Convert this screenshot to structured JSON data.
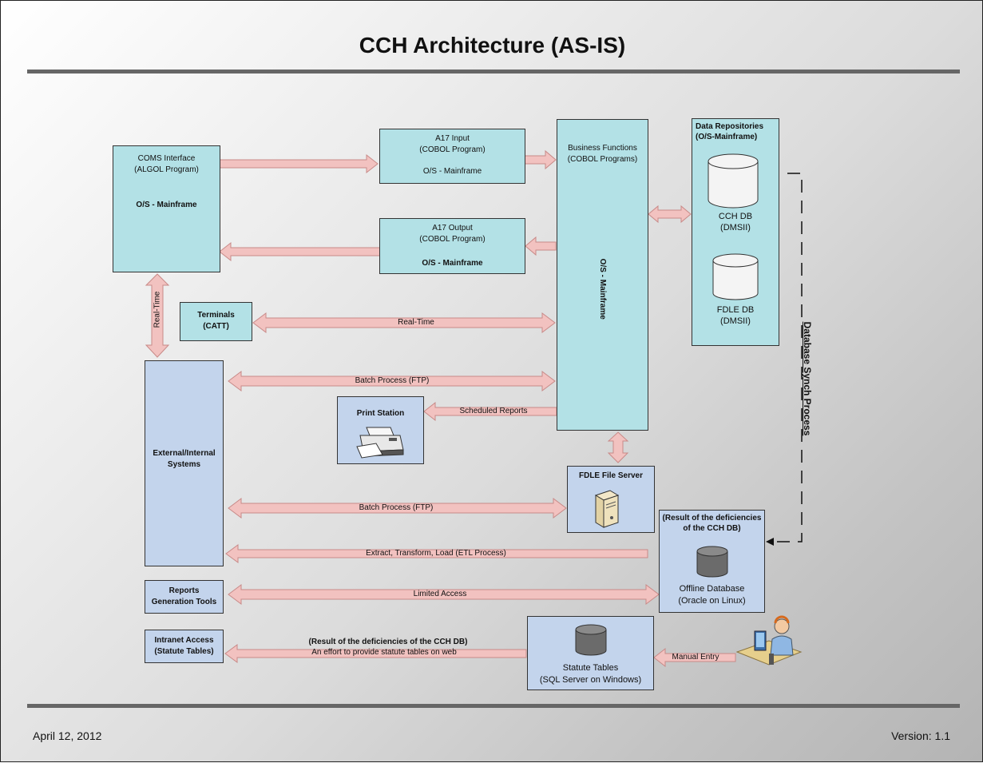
{
  "title": "CCH Architecture (AS-IS)",
  "footer": {
    "date": "April 12, 2012",
    "version": "Version: 1.1"
  },
  "boxes": {
    "coms": {
      "line1": "COMS Interface",
      "line2": "(ALGOL Program)",
      "line3": "O/S - Mainframe"
    },
    "a17_input": {
      "line1": "A17 Input",
      "line2": "(COBOL Program)",
      "line3": "O/S - Mainframe"
    },
    "a17_output": {
      "line1": "A17 Output",
      "line2": "(COBOL Program)",
      "line3": "O/S - Mainframe"
    },
    "business": {
      "line1": "Business Functions",
      "line2": "(COBOL Programs)",
      "vertical": "O/S - Mainframe"
    },
    "repos": {
      "line1": "Data Repositories",
      "line2": "(O/S-Mainframe)",
      "cch_db": "CCH DB",
      "cch_db_type": "(DMSII)",
      "fdle_db": "FDLE DB",
      "fdle_db_type": "(DMSII)"
    },
    "terminals": {
      "line1": "Terminals",
      "line2": "(CATT)"
    },
    "external": {
      "line1": "External/Internal",
      "line2": "Systems"
    },
    "print": {
      "label": "Print Station"
    },
    "fileserver": {
      "label": "FDLE File Server"
    },
    "offline": {
      "note1": "(Result of the deficiencies",
      "note2": "of the CCH DB)",
      "line1": "Offline Database",
      "line2": "(Oracle on Linux)"
    },
    "reports": {
      "line1": "Reports",
      "line2": "Generation Tools"
    },
    "intranet": {
      "line1": "Intranet Access",
      "line2": "(Statute Tables)"
    },
    "statute": {
      "line1": "Statute Tables",
      "line2": "(SQL Server on Windows)"
    }
  },
  "arrows": {
    "realtime_vertical": "Real-Time",
    "realtime_terminals": "Real-Time",
    "batch_ftp_1": "Batch Process (FTP)",
    "scheduled_reports": "Scheduled Reports",
    "batch_ftp_2": "Batch Process (FTP)",
    "etl": "Extract, Transform, Load (ETL Process)",
    "limited_access": "Limited Access",
    "intranet_note": "(Result of the deficiencies of the CCH DB)",
    "intranet_effort": "An effort to provide statute tables on web",
    "manual_entry": "Manual Entry",
    "db_synch": "Database Synch Process"
  },
  "colors": {
    "teal_box": "#b3e1e6",
    "blue_box": "#c3d4ec",
    "arrow_fill": "#f2c2c0",
    "arrow_stroke": "#c88a88"
  }
}
